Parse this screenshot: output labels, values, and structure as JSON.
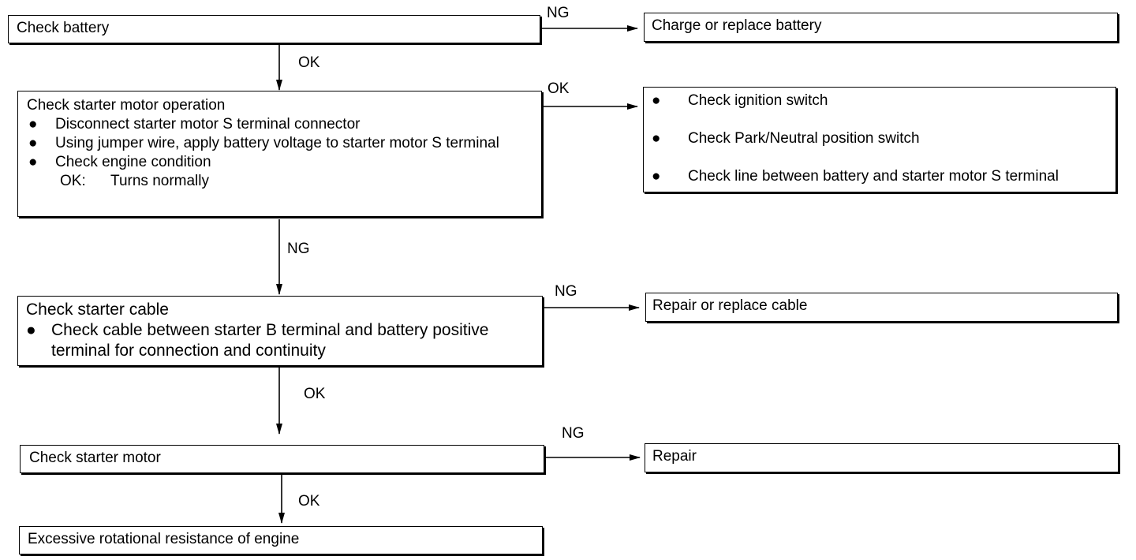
{
  "boxes": {
    "check_battery": "Check battery",
    "charge_or_replace_battery": "Charge or replace battery",
    "starter_motor_operation": {
      "title": "Check starter motor operation",
      "bullets": [
        "Disconnect starter motor S terminal connector",
        "Using jumper wire, apply battery voltage to starter motor S terminal",
        "Check engine condition"
      ],
      "ok_line": "OK:      Turns normally"
    },
    "ignition_checks": {
      "bullets": [
        "Check  ignition  switch",
        "Check Park/Neutral position switch",
        "Check line between battery and starter motor S terminal"
      ]
    },
    "starter_cable": {
      "title": "Check starter cable",
      "bullet": "Check cable between starter B terminal and battery positive terminal for connection and continuity"
    },
    "repair_or_replace_cable": "Repair or replace cable",
    "check_starter_motor": "Check starter motor",
    "repair": "Repair",
    "excessive_resistance": "Excessive rotational resistance of engine"
  },
  "connector_labels": {
    "battery_ng": "NG",
    "battery_ok": "OK",
    "operation_ok": "OK",
    "operation_ng": "NG",
    "cable_ng": "NG",
    "cable_ok": "OK",
    "motor_ng": "NG",
    "motor_ok": "OK"
  },
  "bullet_symbol": "●"
}
